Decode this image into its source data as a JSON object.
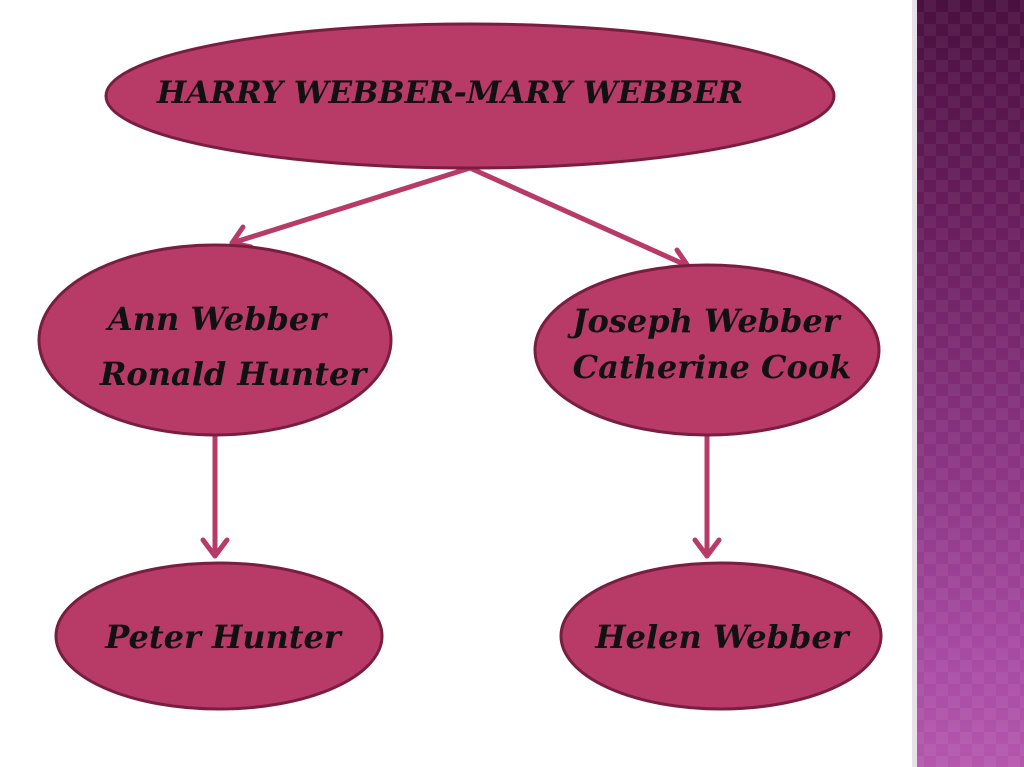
{
  "colors": {
    "node_fill": "#b83a66",
    "node_stroke": "#7a1e40",
    "connector": "#b83a66",
    "side_band": "#8a3482"
  },
  "nodes": {
    "root": {
      "label": "HARRY WEBBER-MARY WEBBER"
    },
    "left_couple": {
      "line1": "Ann Webber",
      "line2": "Ronald Hunter"
    },
    "right_couple": {
      "line1": "Joseph Webber",
      "line2": "Catherine Cook"
    },
    "left_child": {
      "label": "Peter Hunter"
    },
    "right_child": {
      "label": "Helen Webber"
    }
  },
  "edges": [
    {
      "from": "root",
      "to": "left_couple"
    },
    {
      "from": "root",
      "to": "right_couple"
    },
    {
      "from": "left_couple",
      "to": "left_child"
    },
    {
      "from": "right_couple",
      "to": "right_child"
    }
  ]
}
